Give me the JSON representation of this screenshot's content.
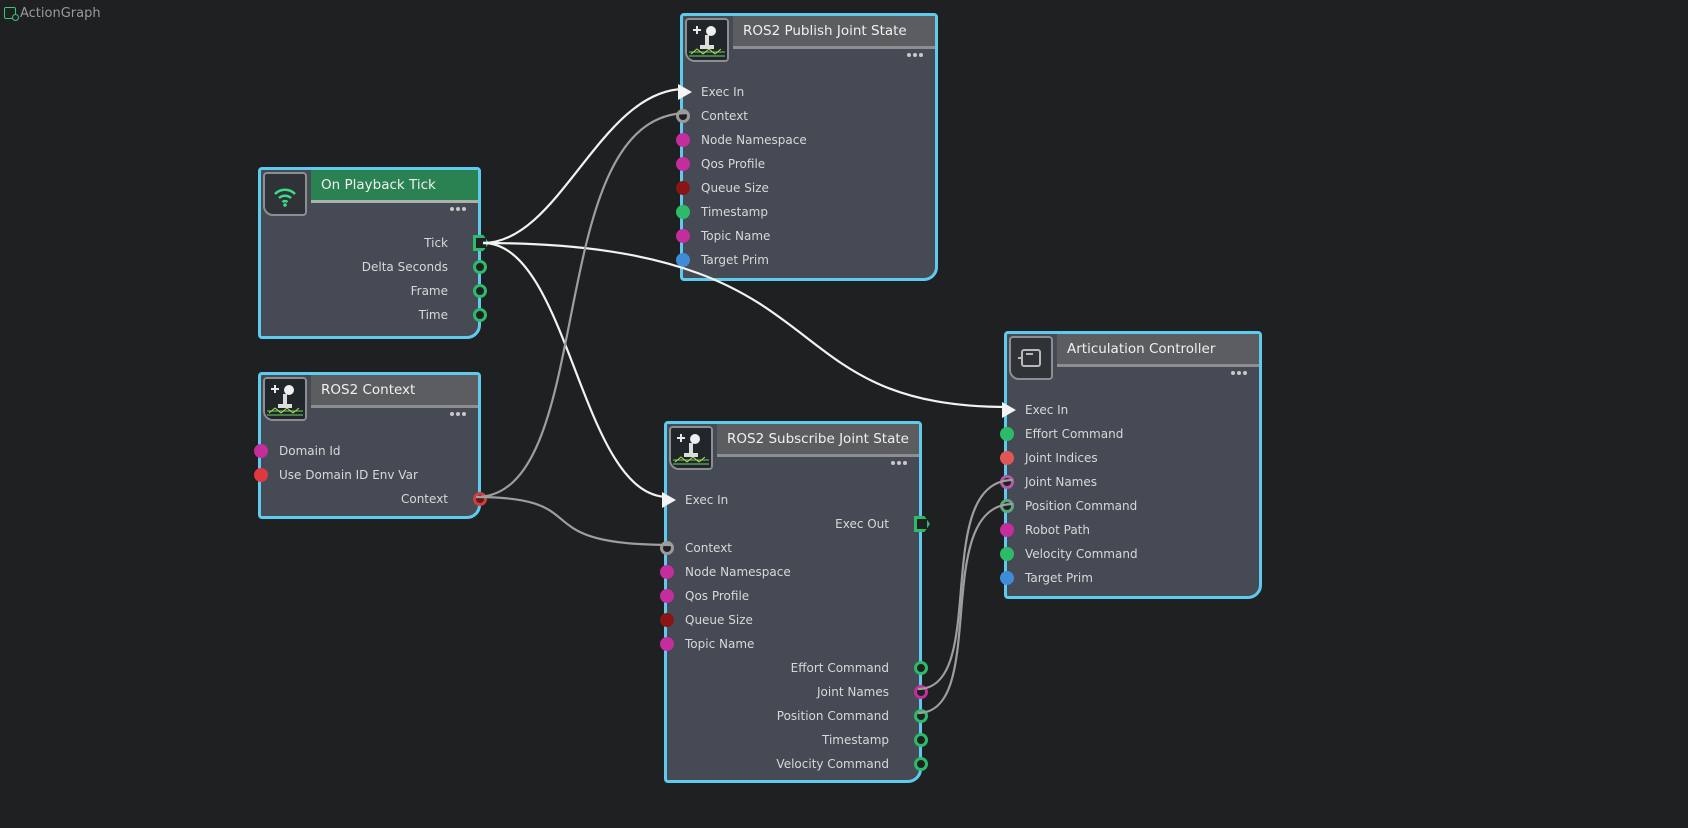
{
  "window": {
    "title": "ActionGraph"
  },
  "nodes": {
    "on_playback_tick": {
      "title": "On Playback Tick",
      "icon": "wifi-broadcast-icon",
      "outputs": [
        "Tick",
        "Delta Seconds",
        "Frame",
        "Time"
      ]
    },
    "ros2_context": {
      "title": "ROS2 Context",
      "icon": "ros2-robot-icon",
      "inputs": [
        "Domain Id",
        "Use Domain ID Env Var"
      ],
      "outputs": [
        "Context"
      ]
    },
    "ros2_publish_joint_state": {
      "title": "ROS2 Publish Joint State",
      "icon": "ros2-robot-icon",
      "inputs": [
        "Exec In",
        "Context",
        "Node Namespace",
        "Qos Profile",
        "Queue Size",
        "Timestamp",
        "Topic Name",
        "Target Prim"
      ]
    },
    "ros2_subscribe_joint_state": {
      "title": "ROS2 Subscribe Joint State",
      "icon": "ros2-robot-icon",
      "inputs": [
        "Exec In",
        "Context",
        "Node Namespace",
        "Qos Profile",
        "Queue Size",
        "Topic Name"
      ],
      "outputs": [
        "Exec Out",
        "Effort Command",
        "Joint Names",
        "Position Command",
        "Timestamp",
        "Velocity Command"
      ]
    },
    "articulation_controller": {
      "title": "Articulation Controller",
      "icon": "controller-chip-icon",
      "inputs": [
        "Exec In",
        "Effort Command",
        "Joint Indices",
        "Joint Names",
        "Position Command",
        "Robot Path",
        "Velocity Command",
        "Target Prim"
      ]
    }
  },
  "colors": {
    "canvas": "#1f2021",
    "node_body": "#464a55",
    "node_border": "#5ecbee",
    "header": "#5b5d61",
    "header_event": "#2a8152",
    "exec": "#f4f4f4",
    "context_pin": "#9a9a9a",
    "string_pin": "#c42d9b",
    "int_pin": "#8b1515",
    "bool_pin": "#e0383f",
    "double_pin": "#2dbb69",
    "prim_pin": "#3f8bd8",
    "wire_exec": "#f2f2f2",
    "wire_data": "#9e9e9e"
  },
  "connections": [
    {
      "from": "On Playback Tick.Tick",
      "to": "ROS2 Publish Joint State.Exec In"
    },
    {
      "from": "On Playback Tick.Tick",
      "to": "ROS2 Subscribe Joint State.Exec In"
    },
    {
      "from": "On Playback Tick.Tick",
      "to": "Articulation Controller.Exec In"
    },
    {
      "from": "ROS2 Context.Context",
      "to": "ROS2 Publish Joint State.Context"
    },
    {
      "from": "ROS2 Context.Context",
      "to": "ROS2 Subscribe Joint State.Context"
    },
    {
      "from": "ROS2 Subscribe Joint State.Joint Names",
      "to": "Articulation Controller.Joint Names"
    },
    {
      "from": "ROS2 Subscribe Joint State.Position Command",
      "to": "Articulation Controller.Position Command"
    }
  ]
}
